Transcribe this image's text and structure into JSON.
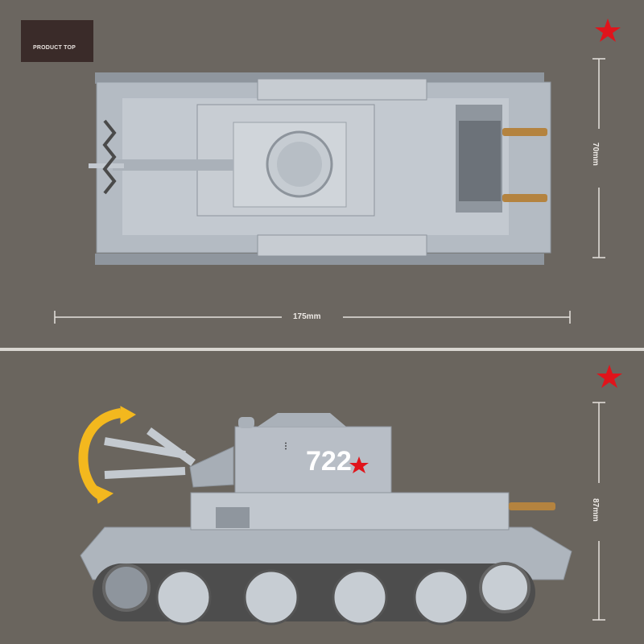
{
  "labels": {
    "product_top": "PRODUCT TOP",
    "length_top": "175mm",
    "width_top": "70mm",
    "height_side": "87mm",
    "turret_number": "722"
  },
  "colors": {
    "background_top": "#6b6660",
    "background_bottom": "#6a655e",
    "tank_grey": "#b9c0c8",
    "tank_dark": "#8d949c",
    "star_red": "#e0141b",
    "arrow_yellow": "#f3b81e",
    "tag_bg": "#3a2b29",
    "dimension_line": "#e6e2dd"
  },
  "icons": [
    "red-star-icon",
    "rotation-arrow-icon"
  ]
}
